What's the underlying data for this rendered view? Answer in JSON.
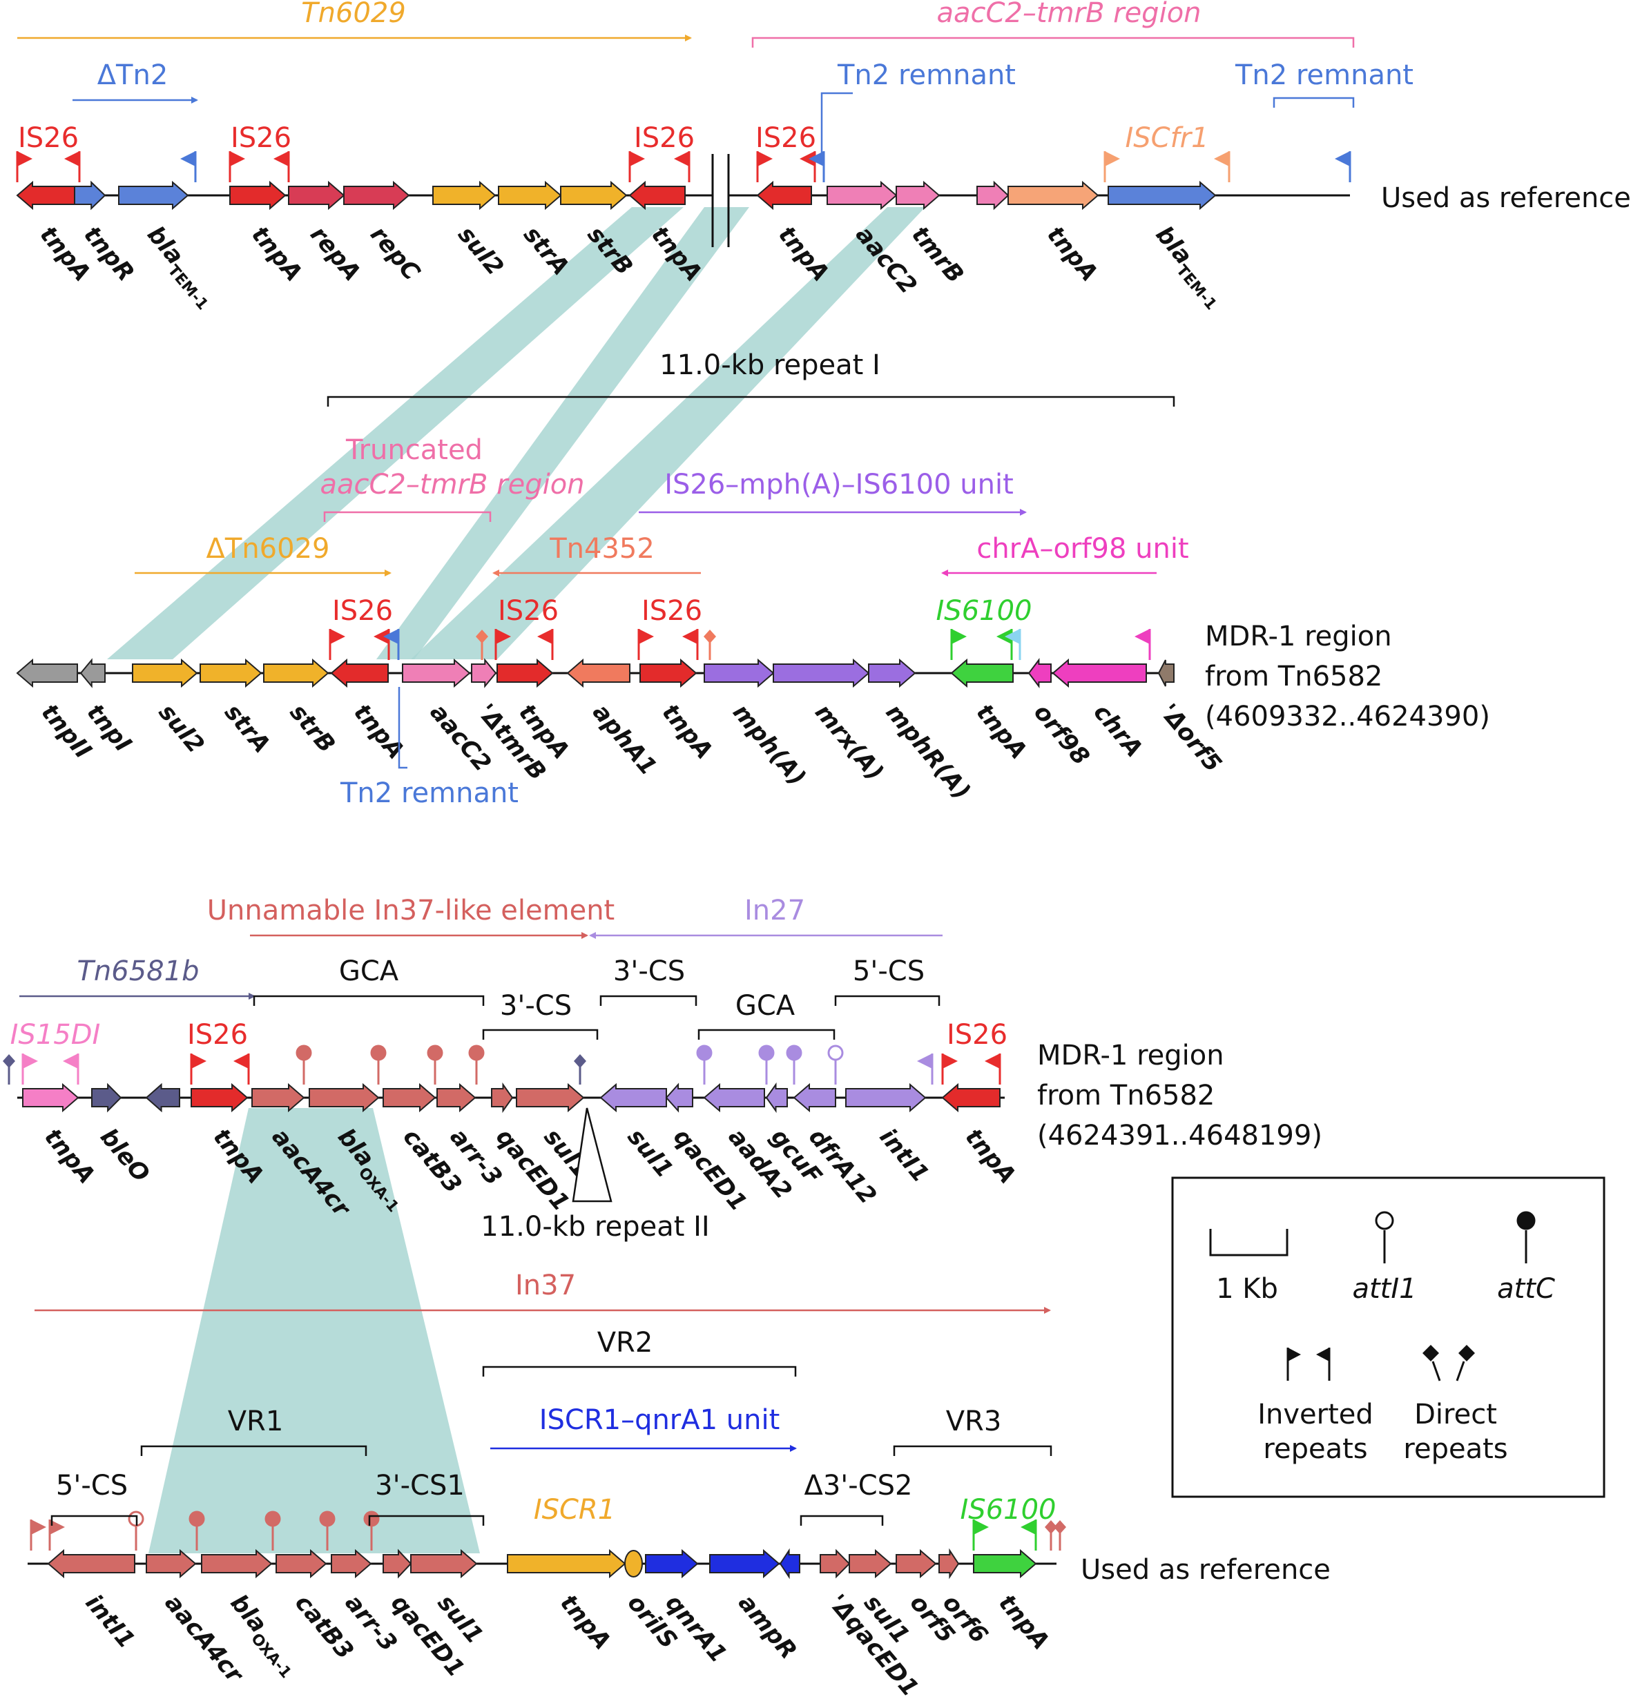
{
  "rows": [
    {
      "id": "row1",
      "right_label": [
        "Used as reference"
      ],
      "genes": [
        {
          "label": "tnpA",
          "color": "#e32b2b",
          "dir": "L"
        },
        {
          "label": "tnpR",
          "color": "#5b82d9",
          "dir": "R"
        },
        {
          "label": "bla",
          "sub": "TEM-1",
          "color": "#5b82d9",
          "dir": "R"
        },
        {
          "label": "tnpA",
          "color": "#e32b2b",
          "dir": "R"
        },
        {
          "label": "repA",
          "color": "#d83c55",
          "dir": "R"
        },
        {
          "label": "repC",
          "color": "#d83c55",
          "dir": "R"
        },
        {
          "label": "sul2",
          "color": "#f0b22a",
          "dir": "R"
        },
        {
          "label": "strA",
          "color": "#f0b22a",
          "dir": "R"
        },
        {
          "label": "strB",
          "color": "#f0b22a",
          "dir": "R"
        },
        {
          "label": "tnpA",
          "color": "#e32b2b",
          "dir": "L"
        },
        {
          "label": "tnpA",
          "color": "#e32b2b",
          "dir": "L"
        },
        {
          "label": "aacC2",
          "color": "#ef7fb6",
          "dir": "R"
        },
        {
          "label": "tmrB",
          "color": "#ef7fb6",
          "dir": "R"
        },
        {
          "label": "",
          "color": "#ef7fb6",
          "dir": "R"
        },
        {
          "label": "tnpA",
          "color": "#f6a477",
          "dir": "R"
        },
        {
          "label": "bla",
          "sub": "TEM-1",
          "color": "#5b82d9",
          "dir": "R"
        }
      ],
      "annotations": [
        {
          "text": "Tn6029",
          "color": "#f0a92c",
          "italic": true
        },
        {
          "text": "aacC2–tmrB region",
          "color": "#ef6fa8",
          "italic": true
        },
        {
          "text": "ΔTn2",
          "color": "#4a78d8"
        },
        {
          "text": "Tn2 remnant",
          "color": "#4a78d8"
        },
        {
          "text": "Tn2 remnant",
          "color": "#4a78d8"
        },
        {
          "text": "IS26",
          "color": "#e82c2c"
        },
        {
          "text": "IS26",
          "color": "#e82c2c"
        },
        {
          "text": "IS26",
          "color": "#e82c2c"
        },
        {
          "text": "IS26",
          "color": "#e82c2c"
        },
        {
          "text": "ISCfr1",
          "color": "#f6a070",
          "italic": true
        }
      ]
    },
    {
      "id": "row2",
      "right_label": [
        "MDR-1 region",
        "from Tn6582",
        "(4609332..4624390)"
      ],
      "genes": [
        {
          "label": "tnpII",
          "color": "#9a9a9a",
          "dir": "L"
        },
        {
          "label": "tnpI",
          "color": "#9a9a9a",
          "dir": "L"
        },
        {
          "label": "sul2",
          "color": "#f0b22a",
          "dir": "R"
        },
        {
          "label": "strA",
          "color": "#f0b22a",
          "dir": "R"
        },
        {
          "label": "strB",
          "color": "#f0b22a",
          "dir": "R"
        },
        {
          "label": "tnpA",
          "color": "#e32b2b",
          "dir": "L"
        },
        {
          "label": "aacC2",
          "color": "#ef7fb6",
          "dir": "R"
        },
        {
          "label": "'ΔtmrB",
          "color": "#ef7fb6",
          "dir": "R"
        },
        {
          "label": "tnpA",
          "color": "#e32b2b",
          "dir": "R"
        },
        {
          "label": "aphA1",
          "color": "#f07a5e",
          "dir": "L"
        },
        {
          "label": "tnpA",
          "color": "#e32b2b",
          "dir": "R"
        },
        {
          "label": "mph(A)",
          "color": "#9b6ee0",
          "dir": "R"
        },
        {
          "label": "mrx(A)",
          "color": "#9b6ee0",
          "dir": "R"
        },
        {
          "label": "mphR(A)",
          "color": "#9b6ee0",
          "dir": "R"
        },
        {
          "label": "tnpA",
          "color": "#3fd23f",
          "dir": "L"
        },
        {
          "label": "orf98",
          "color": "#ee3fbf",
          "dir": "L"
        },
        {
          "label": "chrA",
          "color": "#ee3fbf",
          "dir": "L"
        },
        {
          "label": "'Δorf5",
          "color": "#8f7a6a",
          "dir": "L"
        }
      ],
      "annotations": [
        {
          "text": "11.0-kb repeat I",
          "color": "#111111"
        },
        {
          "text": "Truncated",
          "color": "#ef6fa8"
        },
        {
          "text": "aacC2–tmrB region",
          "color": "#ef6fa8",
          "italic": true
        },
        {
          "text": "IS26–mph(A)–IS6100 unit",
          "color": "#9b5ee8"
        },
        {
          "text": "ΔTn6029",
          "color": "#f0a92c"
        },
        {
          "text": "Tn4352",
          "color": "#f07a5e"
        },
        {
          "text": "chrA–orf98 unit",
          "color": "#ee3fbf"
        },
        {
          "text": "IS26",
          "color": "#e82c2c"
        },
        {
          "text": "IS26",
          "color": "#e82c2c"
        },
        {
          "text": "IS26",
          "color": "#e82c2c"
        },
        {
          "text": "IS6100",
          "color": "#2fcf2f",
          "italic": true
        },
        {
          "text": "Tn2 remnant",
          "color": "#4a78d8"
        }
      ]
    },
    {
      "id": "row3",
      "right_label": [
        "MDR-1 region",
        "from Tn6582",
        "(4624391..4648199)"
      ],
      "genes": [
        {
          "label": "tnpA",
          "color": "#f57fc6",
          "dir": "R"
        },
        {
          "label": "bleO",
          "color": "#5b5b8a",
          "dir": "R"
        },
        {
          "label": "",
          "color": "#5b5b8a",
          "dir": "L"
        },
        {
          "label": "tnpA",
          "color": "#e32b2b",
          "dir": "R"
        },
        {
          "label": "aacA4cr",
          "color": "#d26a66",
          "dir": "R"
        },
        {
          "label": "bla",
          "sub": "OXA-1",
          "color": "#d26a66",
          "dir": "R"
        },
        {
          "label": "catB3",
          "color": "#d26a66",
          "dir": "R"
        },
        {
          "label": "arr-3",
          "color": "#d26a66",
          "dir": "R"
        },
        {
          "label": "qacED1",
          "color": "#d26a66",
          "dir": "R"
        },
        {
          "label": "sul1",
          "color": "#d26a66",
          "dir": "R"
        },
        {
          "label": "sul1",
          "color": "#a98ce0",
          "dir": "L"
        },
        {
          "label": "qacED1",
          "color": "#a98ce0",
          "dir": "L"
        },
        {
          "label": "aadA2",
          "color": "#a98ce0",
          "dir": "L"
        },
        {
          "label": "gcuF",
          "color": "#a98ce0",
          "dir": "L"
        },
        {
          "label": "dfrA12",
          "color": "#a98ce0",
          "dir": "L"
        },
        {
          "label": "intI1",
          "color": "#a98ce0",
          "dir": "R"
        },
        {
          "label": "tnpA",
          "color": "#e32b2b",
          "dir": "L"
        }
      ],
      "annotations": [
        {
          "text": "Unnamable In37-like element",
          "color": "#d4605e"
        },
        {
          "text": "In27",
          "color": "#a98ce0"
        },
        {
          "text": "Tn6581b",
          "color": "#5b5b8a",
          "italic": true
        },
        {
          "text": "GCA",
          "color": "#111111"
        },
        {
          "text": "3'-CS",
          "color": "#111111"
        },
        {
          "text": "3'-CS",
          "color": "#111111"
        },
        {
          "text": "GCA",
          "color": "#111111"
        },
        {
          "text": "5'-CS",
          "color": "#111111"
        },
        {
          "text": "IS15DI",
          "color": "#f57fc6",
          "italic": true
        },
        {
          "text": "IS26",
          "color": "#e82c2c"
        },
        {
          "text": "IS26",
          "color": "#e82c2c"
        },
        {
          "text": "11.0-kb repeat II",
          "color": "#111111"
        }
      ]
    },
    {
      "id": "row4",
      "right_label": [
        "Used as reference"
      ],
      "genes": [
        {
          "label": "intI1",
          "color": "#d26a66",
          "dir": "L"
        },
        {
          "label": "aacA4cr",
          "color": "#d26a66",
          "dir": "R"
        },
        {
          "label": "bla",
          "sub": "OXA-1",
          "color": "#d26a66",
          "dir": "R"
        },
        {
          "label": "catB3",
          "color": "#d26a66",
          "dir": "R"
        },
        {
          "label": "arr-3",
          "color": "#d26a66",
          "dir": "R"
        },
        {
          "label": "qacED1",
          "color": "#d26a66",
          "dir": "R"
        },
        {
          "label": "sul1",
          "color": "#d26a66",
          "dir": "R"
        },
        {
          "label": "tnpA",
          "color": "#f0b22a",
          "dir": "R"
        },
        {
          "label": "oriIS",
          "color": "#f0b22a",
          "dir": "O"
        },
        {
          "label": "qnrA1",
          "color": "#1f2ee0",
          "dir": "R"
        },
        {
          "label": "ampR",
          "color": "#1f2ee0",
          "dir": "R"
        },
        {
          "label": "",
          "color": "#1f2ee0",
          "dir": "L"
        },
        {
          "label": "'ΔqacED1",
          "color": "#d26a66",
          "dir": "R"
        },
        {
          "label": "sul1",
          "color": "#d26a66",
          "dir": "R"
        },
        {
          "label": "orf5",
          "color": "#d26a66",
          "dir": "R"
        },
        {
          "label": "orf6",
          "color": "#d26a66",
          "dir": "R"
        },
        {
          "label": "tnpA",
          "color": "#3fd23f",
          "dir": "R"
        }
      ],
      "annotations": [
        {
          "text": "In37",
          "color": "#d4605e"
        },
        {
          "text": "VR2",
          "color": "#111111"
        },
        {
          "text": "VR1",
          "color": "#111111"
        },
        {
          "text": "ISCR1–qnrA1 unit",
          "color": "#1f2ee0"
        },
        {
          "text": "VR3",
          "color": "#111111"
        },
        {
          "text": "5'-CS",
          "color": "#111111"
        },
        {
          "text": "3'-CS1",
          "color": "#111111"
        },
        {
          "text": "Δ3'-CS2",
          "color": "#111111"
        },
        {
          "text": "ISCR1",
          "color": "#f0a92c",
          "italic": true
        },
        {
          "text": "IS6100",
          "color": "#2fcf2f",
          "italic": true
        }
      ]
    }
  ],
  "legend": {
    "scale": "1 Kb",
    "attI1": "attI1",
    "attC": "attC",
    "inverted_1": "Inverted",
    "inverted_2": "repeats",
    "direct_1": "Direct",
    "direct_2": "repeats"
  },
  "colors": {
    "homology": "#a9d6d2",
    "backbone": "#111111"
  }
}
